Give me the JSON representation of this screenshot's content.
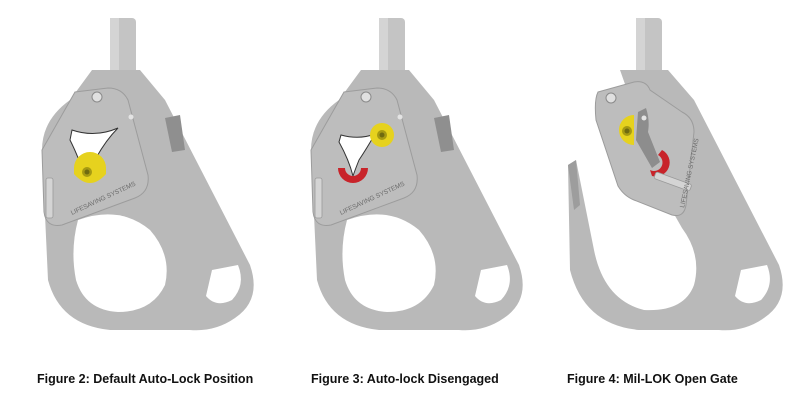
{
  "colors": {
    "background": "#ffffff",
    "hook_body": "#b9b9b9",
    "hook_shadow": "#a3a3a3",
    "hook_highlight": "#d2d2d2",
    "indicator_yellow": "#e6d21e",
    "indicator_red": "#c8242a",
    "caption_text": "#111111"
  },
  "figures": [
    {
      "caption": "Figure 2: Default Auto-Lock Position",
      "engraving": "LIFESAVING SYSTEMS",
      "state": "locked",
      "visible_indicator": "yellow"
    },
    {
      "caption": "Figure 3: Auto-lock Disengaged",
      "engraving": "LIFESAVING SYSTEMS",
      "state": "disengaged",
      "visible_indicator": "yellow-and-red"
    },
    {
      "caption": "Figure 4: Mil-LOK Open Gate",
      "engraving": "LIFESAVING SYSTEMS",
      "state": "open-gate",
      "visible_indicator": "yellow-and-red"
    }
  ]
}
